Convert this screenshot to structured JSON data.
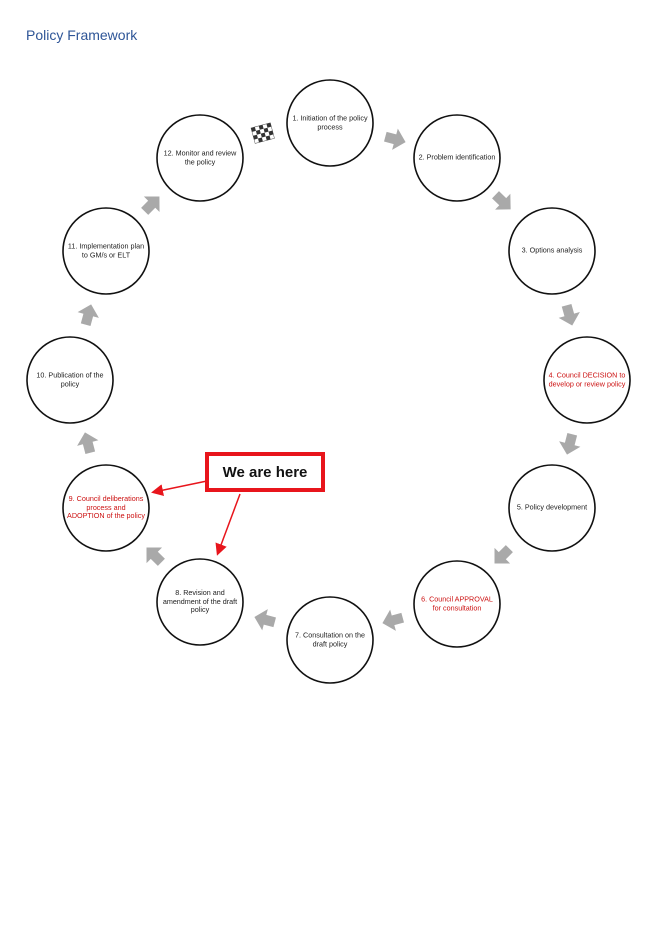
{
  "page_title": "Policy Framework",
  "callout": {
    "text": "We are here"
  },
  "colors": {
    "title": "#2e5597",
    "highlight": "#cc1111",
    "callout_border": "#e8151c",
    "arrow": "#a9a9a9"
  },
  "icons": {
    "start_marker": "checkered-flag-icon"
  },
  "steps": [
    {
      "label": "1. Initiation of the policy process",
      "highlight": false
    },
    {
      "label": "2. Problem identification",
      "highlight": false
    },
    {
      "label": "3. Options analysis",
      "highlight": false
    },
    {
      "label": "4. Council DECISION to develop or review policy",
      "highlight": true
    },
    {
      "label": "5. Policy development",
      "highlight": false
    },
    {
      "label": "6. Council APPROVAL for consultation",
      "highlight": true
    },
    {
      "label": "7. Consultation on the draft policy",
      "highlight": false
    },
    {
      "label": "8. Revision and amendment of the draft policy",
      "highlight": false
    },
    {
      "label": "9.      Council deliberations process and ADOPTION of the policy",
      "highlight": true
    },
    {
      "label": "10. Publication of the policy",
      "highlight": false
    },
    {
      "label": "11. Implementation plan to GM/s or ELT",
      "highlight": false
    },
    {
      "label": "12. Monitor and review the policy",
      "highlight": false
    }
  ]
}
